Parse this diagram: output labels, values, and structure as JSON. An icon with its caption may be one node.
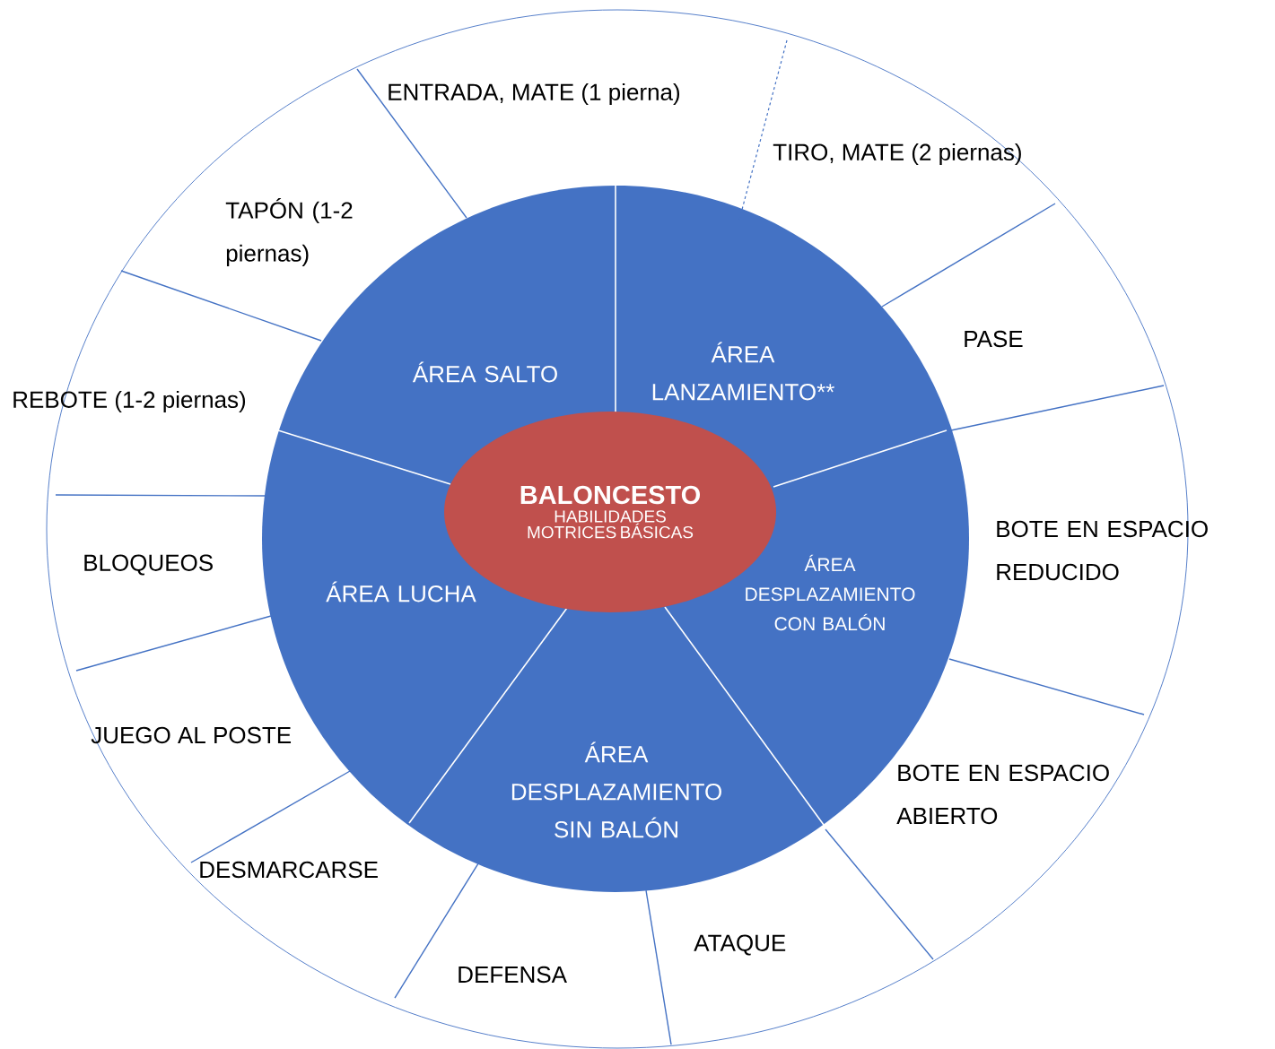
{
  "diagram": {
    "nodes": [
      {
        "text": [
          "BALONCESTO",
          "HABILIDADES MOTRICES BÁSICAS"
        ]
      },
      {
        "text": [
          "ÁREA SALTO"
        ]
      },
      {
        "text": [
          "ÁREA LANZAMIENTO**"
        ]
      },
      {
        "text": [
          "ÁREA DESPLAZAMIENTO CON BALÓN"
        ]
      },
      {
        "text": [
          "ÁREA LUCHA"
        ]
      },
      {
        "text": [
          "ÁREA DESPLAZAMIENTO SIN BALÓN"
        ]
      },
      {
        "text": [
          "ENTRADA, MATE (1 pierna)"
        ]
      },
      {
        "text": [
          "TIRO, MATE (2 piernas)"
        ]
      },
      {
        "text": [
          "TAPÓN (1-2 piernas)"
        ]
      },
      {
        "text": [
          "PASE"
        ]
      },
      {
        "text": [
          "REBOTE (1-2 piernas)"
        ]
      },
      {
        "text": [
          "BOTE EN ESPACIO REDUCIDO"
        ]
      },
      {
        "text": [
          "BLOQUEOS"
        ]
      },
      {
        "text": [
          "JUEGO AL POSTE"
        ]
      },
      {
        "text": [
          "BOTE EN ESPACIO ABIERTO"
        ]
      },
      {
        "text": [
          "DESMARCARSE"
        ]
      },
      {
        "text": [
          "ATAQUE"
        ]
      },
      {
        "text": [
          "DEFENSA"
        ]
      }
    ]
  }
}
